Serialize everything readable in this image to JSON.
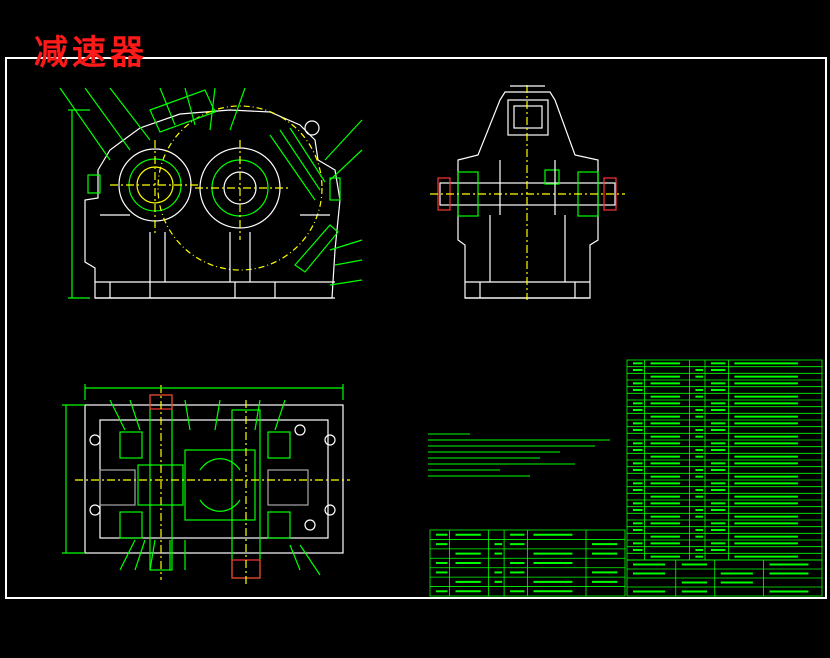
{
  "title": "减速器",
  "colors": {
    "background": "#000000",
    "frame": "#ffffff",
    "outline": "#ffffff",
    "dimension": "#00ff00",
    "section": "#00ff00",
    "centerline": "#ffff00",
    "hidden": "#ffff00",
    "title_red": "#ff1a1a",
    "highlight": "#ff3333"
  },
  "views": {
    "front": {
      "name": "front-view"
    },
    "side": {
      "name": "side-view"
    },
    "top": {
      "name": "top-view"
    }
  },
  "tables": {
    "parts_list_right": {
      "rows": 30
    },
    "parts_list_bottom": {
      "rows": 7
    },
    "title_block": {
      "rows": 4
    }
  }
}
